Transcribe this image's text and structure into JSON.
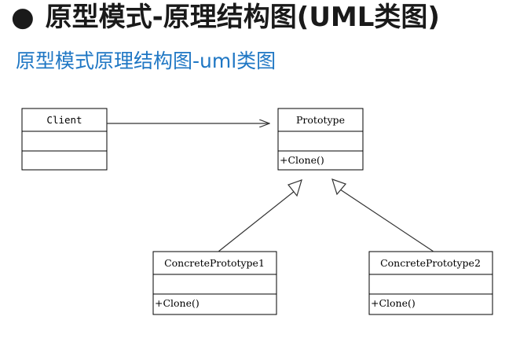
{
  "title": {
    "bullet": "●",
    "text": "原型模式-原理结构图(UML类图)"
  },
  "subtitle": "原型模式原理结构图-uml类图",
  "diagram": {
    "client": {
      "name": "Client",
      "method": ""
    },
    "prototype": {
      "name": "Prototype",
      "method": "+Clone()"
    },
    "concrete1": {
      "name": "ConcretePrototype1",
      "method": "+Clone()"
    },
    "concrete2": {
      "name": "ConcretePrototype2",
      "method": "+Clone()"
    },
    "relations": [
      {
        "from": "Client",
        "to": "Prototype",
        "kind": "association"
      },
      {
        "from": "ConcretePrototype1",
        "to": "Prototype",
        "kind": "generalization"
      },
      {
        "from": "ConcretePrototype2",
        "to": "Prototype",
        "kind": "generalization"
      }
    ]
  },
  "colors": {
    "title": "#1a1a1a",
    "subtitle": "#1f77c4",
    "line": "#333333"
  }
}
